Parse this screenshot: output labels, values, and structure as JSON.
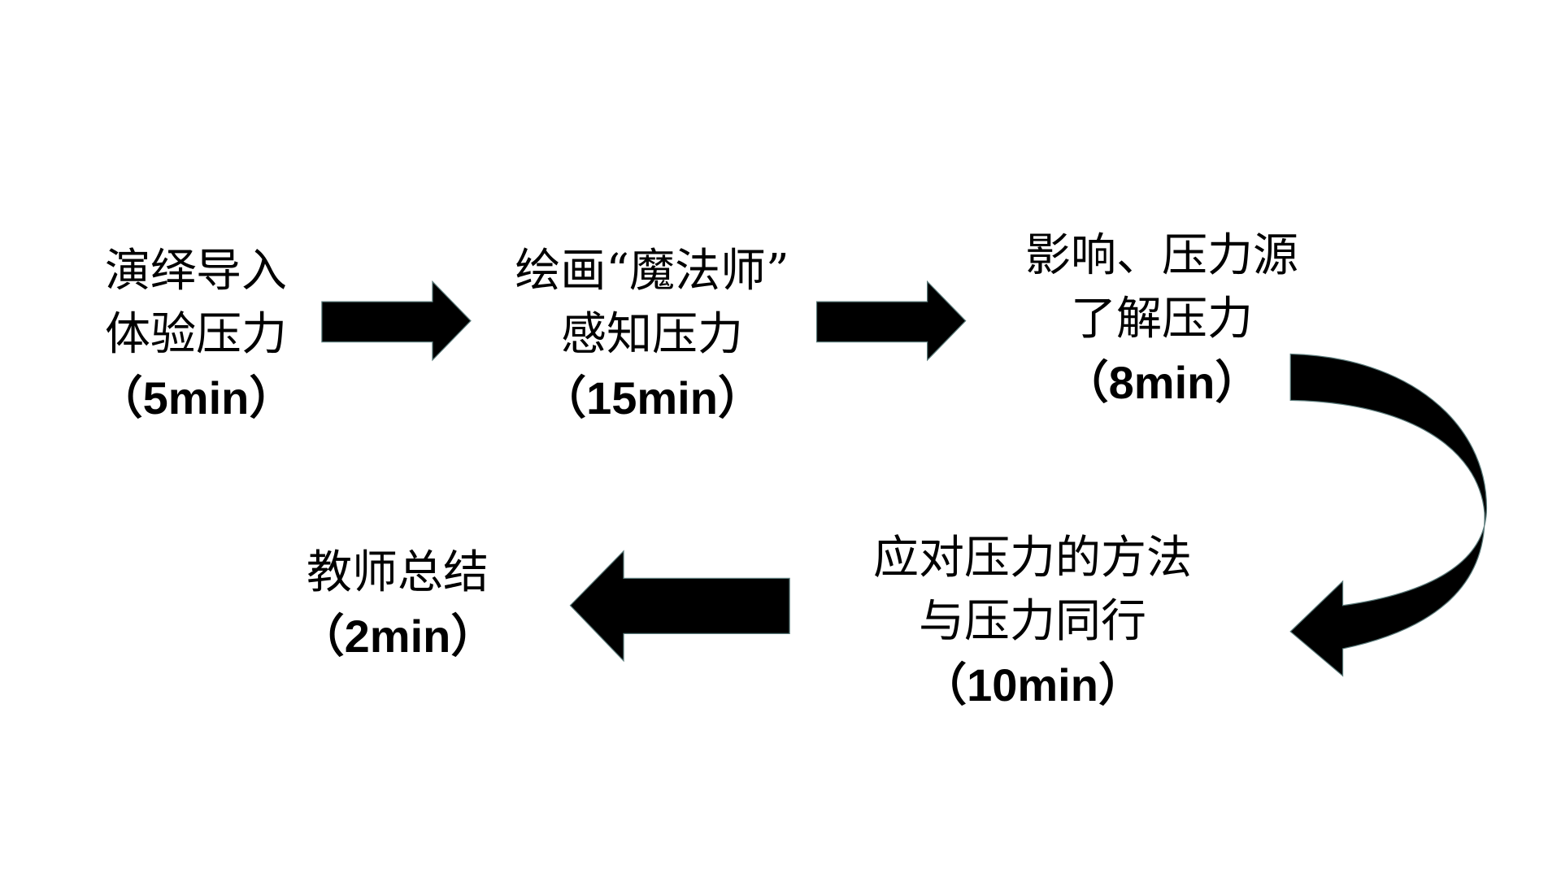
{
  "steps": [
    {
      "lines": [
        "演绎导入",
        "体验压力"
      ],
      "duration": "（5min）"
    },
    {
      "lines": [
        "绘画“魔法师”",
        "感知压力"
      ],
      "duration": "（15min）"
    },
    {
      "lines": [
        "影响、压力源",
        "了解压力"
      ],
      "duration": "（8min）"
    },
    {
      "lines": [
        "应对压力的方法",
        "与压力同行"
      ],
      "duration": "（10min）"
    },
    {
      "lines": [
        "教师总结"
      ],
      "duration": "（2min）"
    }
  ],
  "colors": {
    "arrow": "#000000",
    "arrow_edge": "#5a7a7a"
  }
}
